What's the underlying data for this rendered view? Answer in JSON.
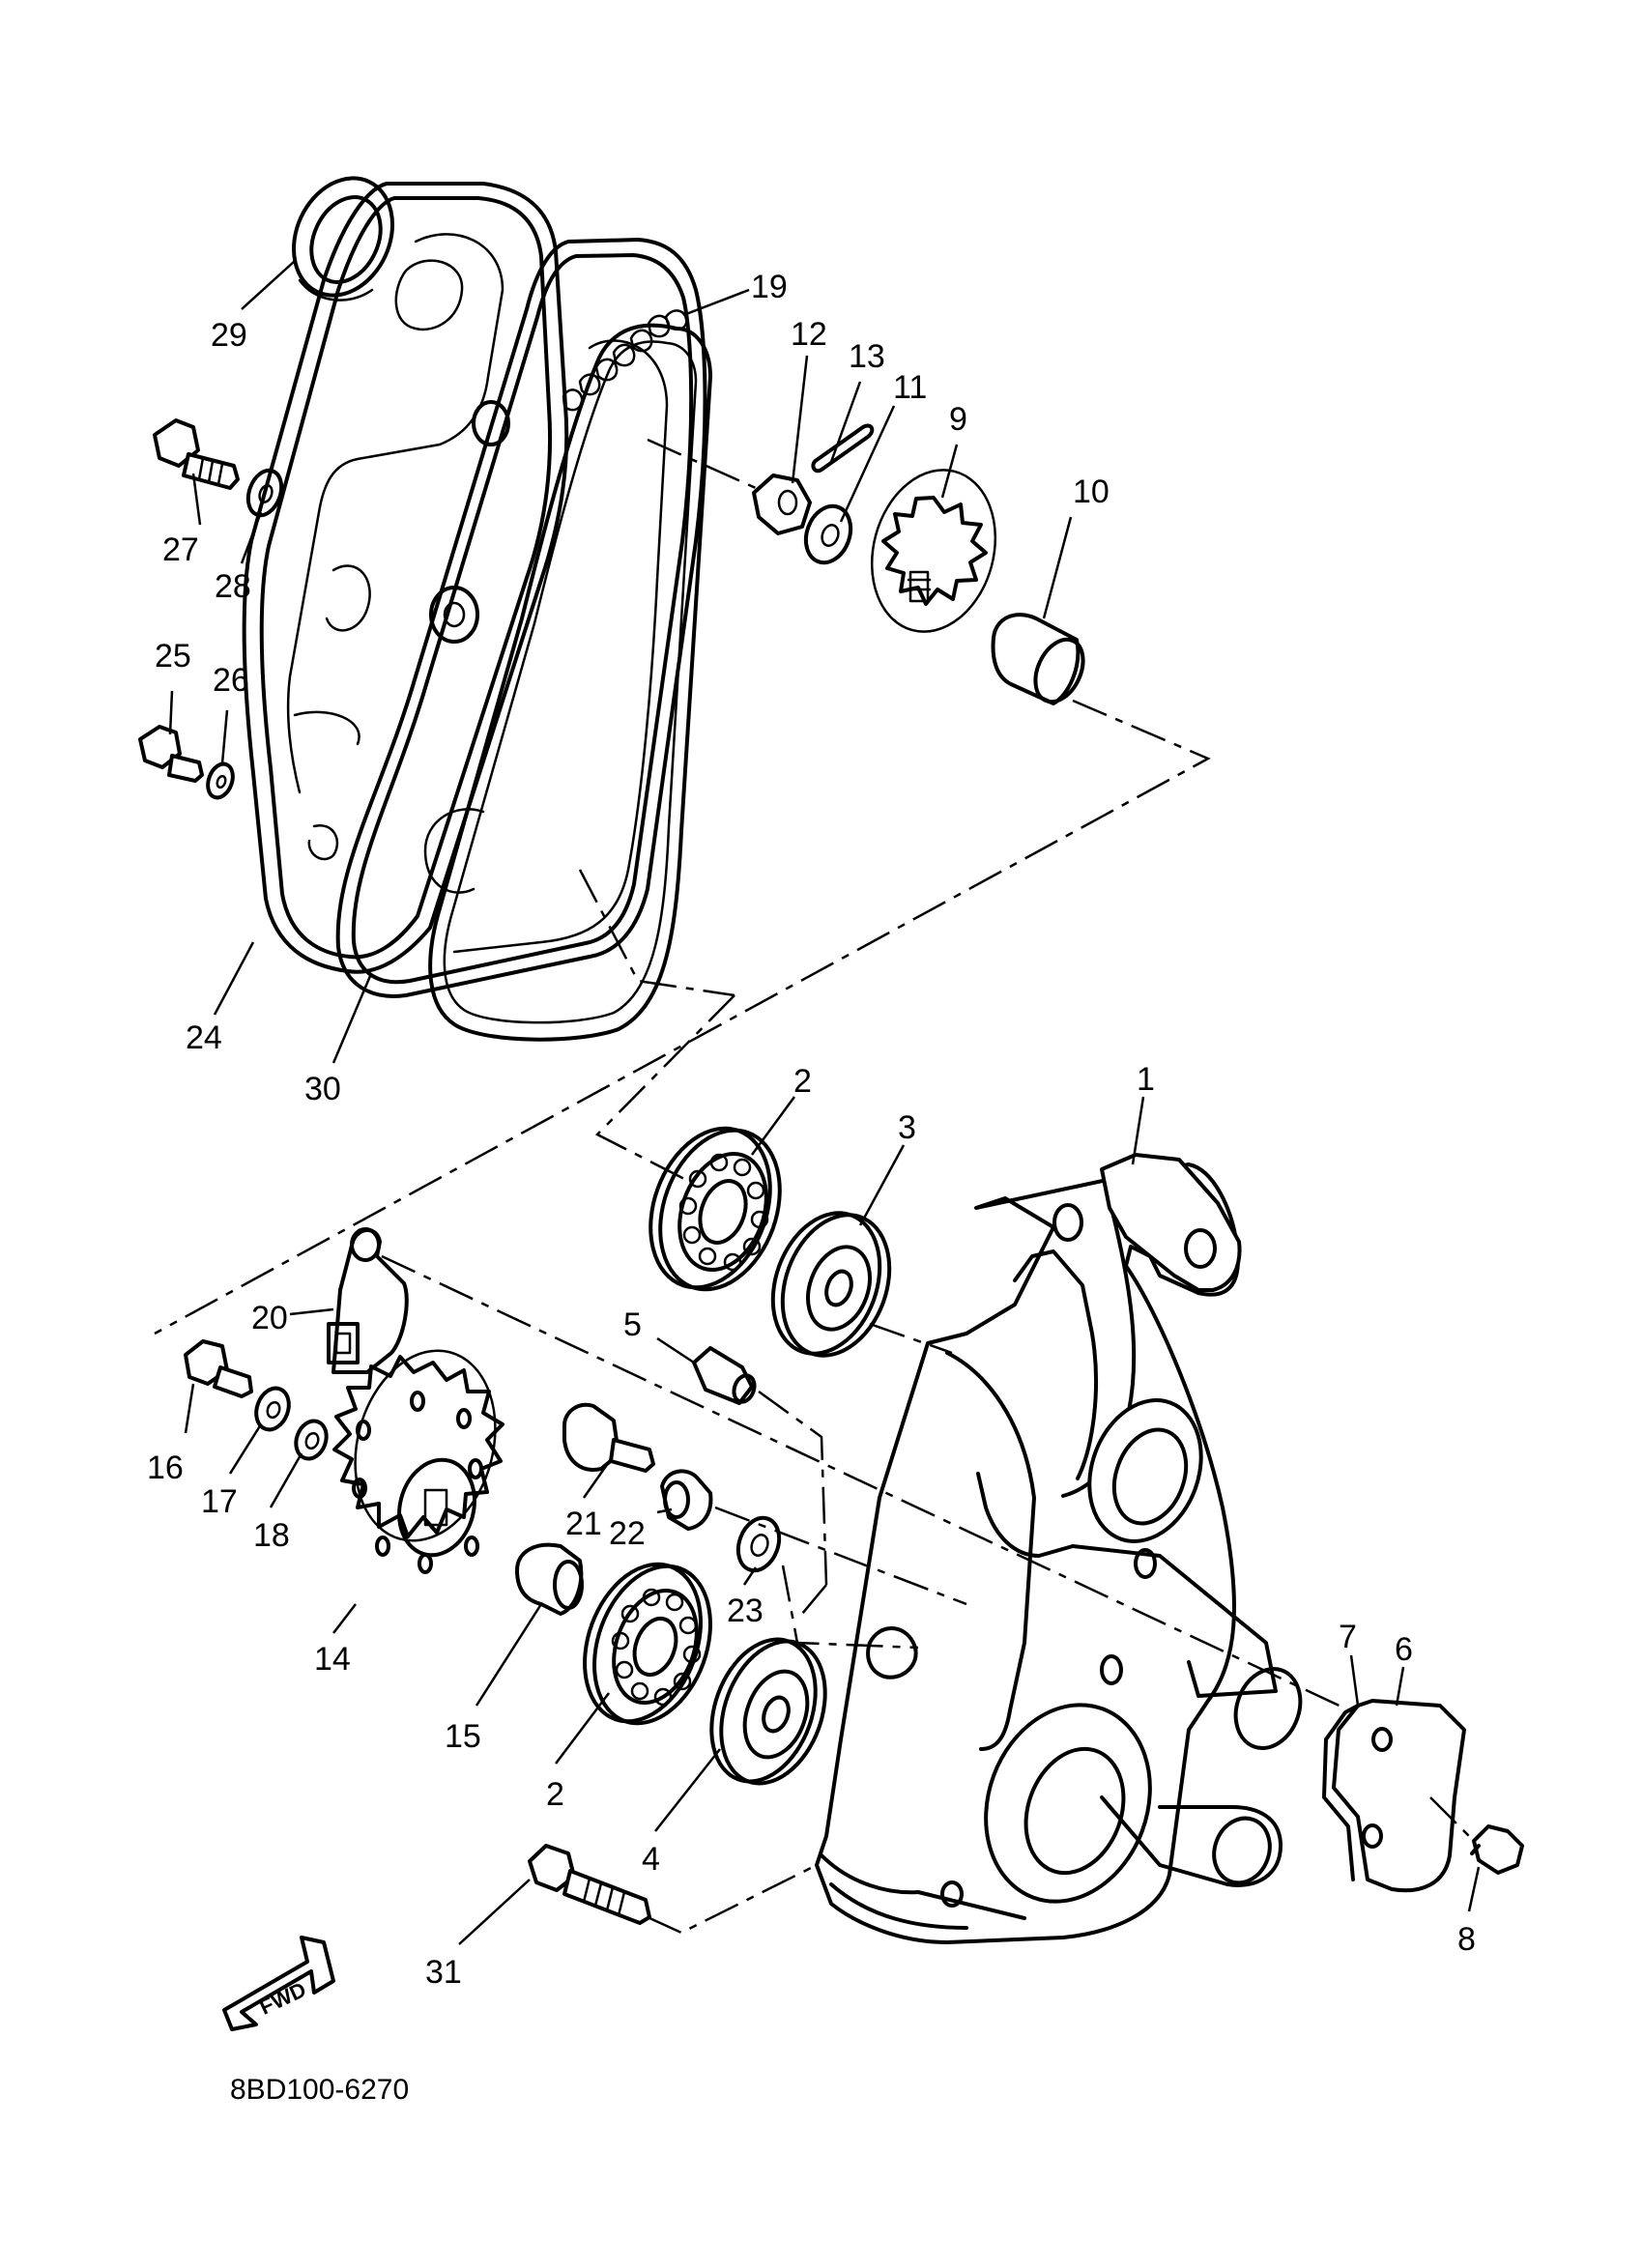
{
  "diagram": {
    "reference_code": "8BD100-6270",
    "direction_label": "FWD",
    "callouts": [
      "1",
      "2",
      "3",
      "5",
      "20",
      "16",
      "17",
      "18",
      "21",
      "22",
      "23",
      "14",
      "15",
      "2",
      "4",
      "31",
      "7",
      "6",
      "8",
      "24",
      "30",
      "29",
      "27",
      "28",
      "25",
      "26",
      "19",
      "12",
      "13",
      "11",
      "9",
      "10"
    ]
  }
}
